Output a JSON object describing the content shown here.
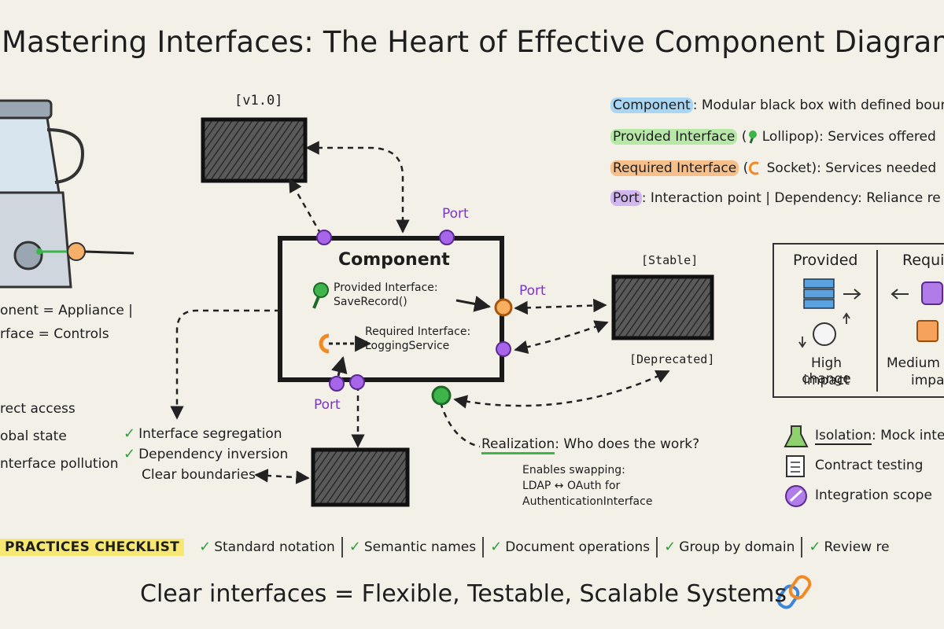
{
  "title": "Mastering Interfaces: The Heart of Effective Component Diagrams",
  "analogy": {
    "line1": "onent = Appliance |",
    "line2": "rface = Controls",
    "icon": "blender-icon"
  },
  "anti_patterns": [
    "rect access",
    "obal state",
    "nterface pollution"
  ],
  "principles": [
    {
      "text": "Interface segregation",
      "checked": true
    },
    {
      "text": "Dependency inversion",
      "checked": true
    },
    {
      "text": "Clear boundaries",
      "checked": false
    }
  ],
  "diagram": {
    "version_label": "[v1.0]",
    "stable_label": "[Stable]",
    "deprecated_label": "[Deprecated]",
    "component_title": "Component",
    "provided_interface": "Provided Interface:",
    "provided_op": "SaveRecord()",
    "required_interface": "Required Interface:",
    "required_op": "LoggingService",
    "port_top": "Port",
    "port_right": "Port",
    "port_bottom": "Port"
  },
  "realization": {
    "term": "Realization",
    "text": ": Who does the work?",
    "swap_line1": "Enables swapping:",
    "swap_line2": "LDAP ↔ OAuth for",
    "swap_line3": "AuthenticationInterface"
  },
  "legend": [
    {
      "term": "Component",
      "rest": ": Modular black box with defined bound",
      "color": "#a9d6f2"
    },
    {
      "term": "Provided Interface",
      "rest_before": " (",
      "icon": "lollipop-icon",
      "rest": " Lollipop): Services offered",
      "color": "#b8e8a8"
    },
    {
      "term": "Required Interface",
      "rest_before": " (",
      "icon": "socket-icon",
      "rest": " Socket): Services needed",
      "color": "#f7c08a"
    },
    {
      "term": "Port",
      "rest": ": Interaction point | Dependency: Reliance re",
      "color": "#d2b6ee"
    }
  ],
  "impact_table": {
    "col1": "Provided",
    "col2": "Requi",
    "impact1_line1": "High change",
    "impact1_line2": "impact",
    "impact2_line1": "Medium c",
    "impact2_line2": "impa"
  },
  "testing": {
    "isolation_term": "Isolation",
    "isolation_rest": ": Mock inte",
    "contract": "Contract testing",
    "integration": "Integration scope"
  },
  "checklist": {
    "label": "PRACTICES CHECKLIST",
    "items": [
      "Standard notation",
      "Semantic names",
      "Document operations",
      "Group by domain",
      "Review re"
    ]
  },
  "footer": "Clear interfaces = Flexible, Testable, Scalable Systems",
  "colors": {
    "port_purple": "#9b4fe0",
    "provided_green": "#3db54a",
    "required_orange": "#f08a24",
    "ink": "#1e1e1e"
  }
}
